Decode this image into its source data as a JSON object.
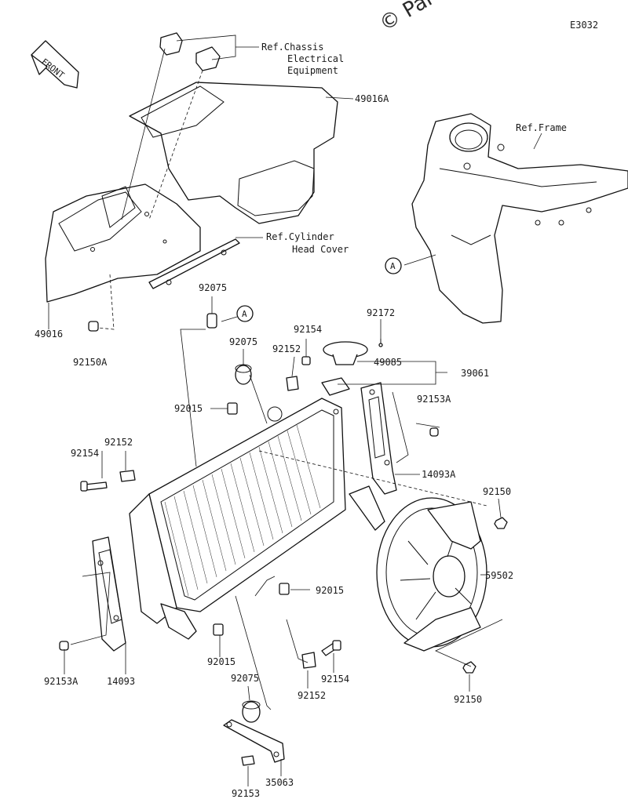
{
  "diagram_code": "E3032",
  "watermark": "© Partz",
  "front_marker": "FRONT",
  "refs": {
    "chassis_line1": "Ref.Chassis",
    "chassis_line2": "Electrical",
    "chassis_line3": "Equipment",
    "frame": "Ref.Frame",
    "cylinder_line1": "Ref.Cylinder",
    "cylinder_line2": "Head Cover",
    "point_a": "A"
  },
  "part_labels": {
    "p49016A": "49016A",
    "p49016": "49016",
    "p92150A": "92150A",
    "p92075_top": "92075",
    "p92075_mid": "92075",
    "p92075_bot": "92075",
    "p92154_top": "92154",
    "p92152_top": "92152",
    "p92172": "92172",
    "p49085": "49085",
    "p39061": "39061",
    "p92153A_right": "92153A",
    "p92015_top": "92015",
    "p92154_left": "92154",
    "p92152_left": "92152",
    "p14093A": "14093A",
    "p92150_right": "92150",
    "p59502": "59502",
    "p92015_mid": "92015",
    "p92015_bot": "92015",
    "p92153A_left": "92153A",
    "p14093": "14093",
    "p92154_bot": "92154",
    "p92152_bot": "92152",
    "p92150_bot": "92150",
    "p92153": "92153",
    "p35063": "35063"
  }
}
